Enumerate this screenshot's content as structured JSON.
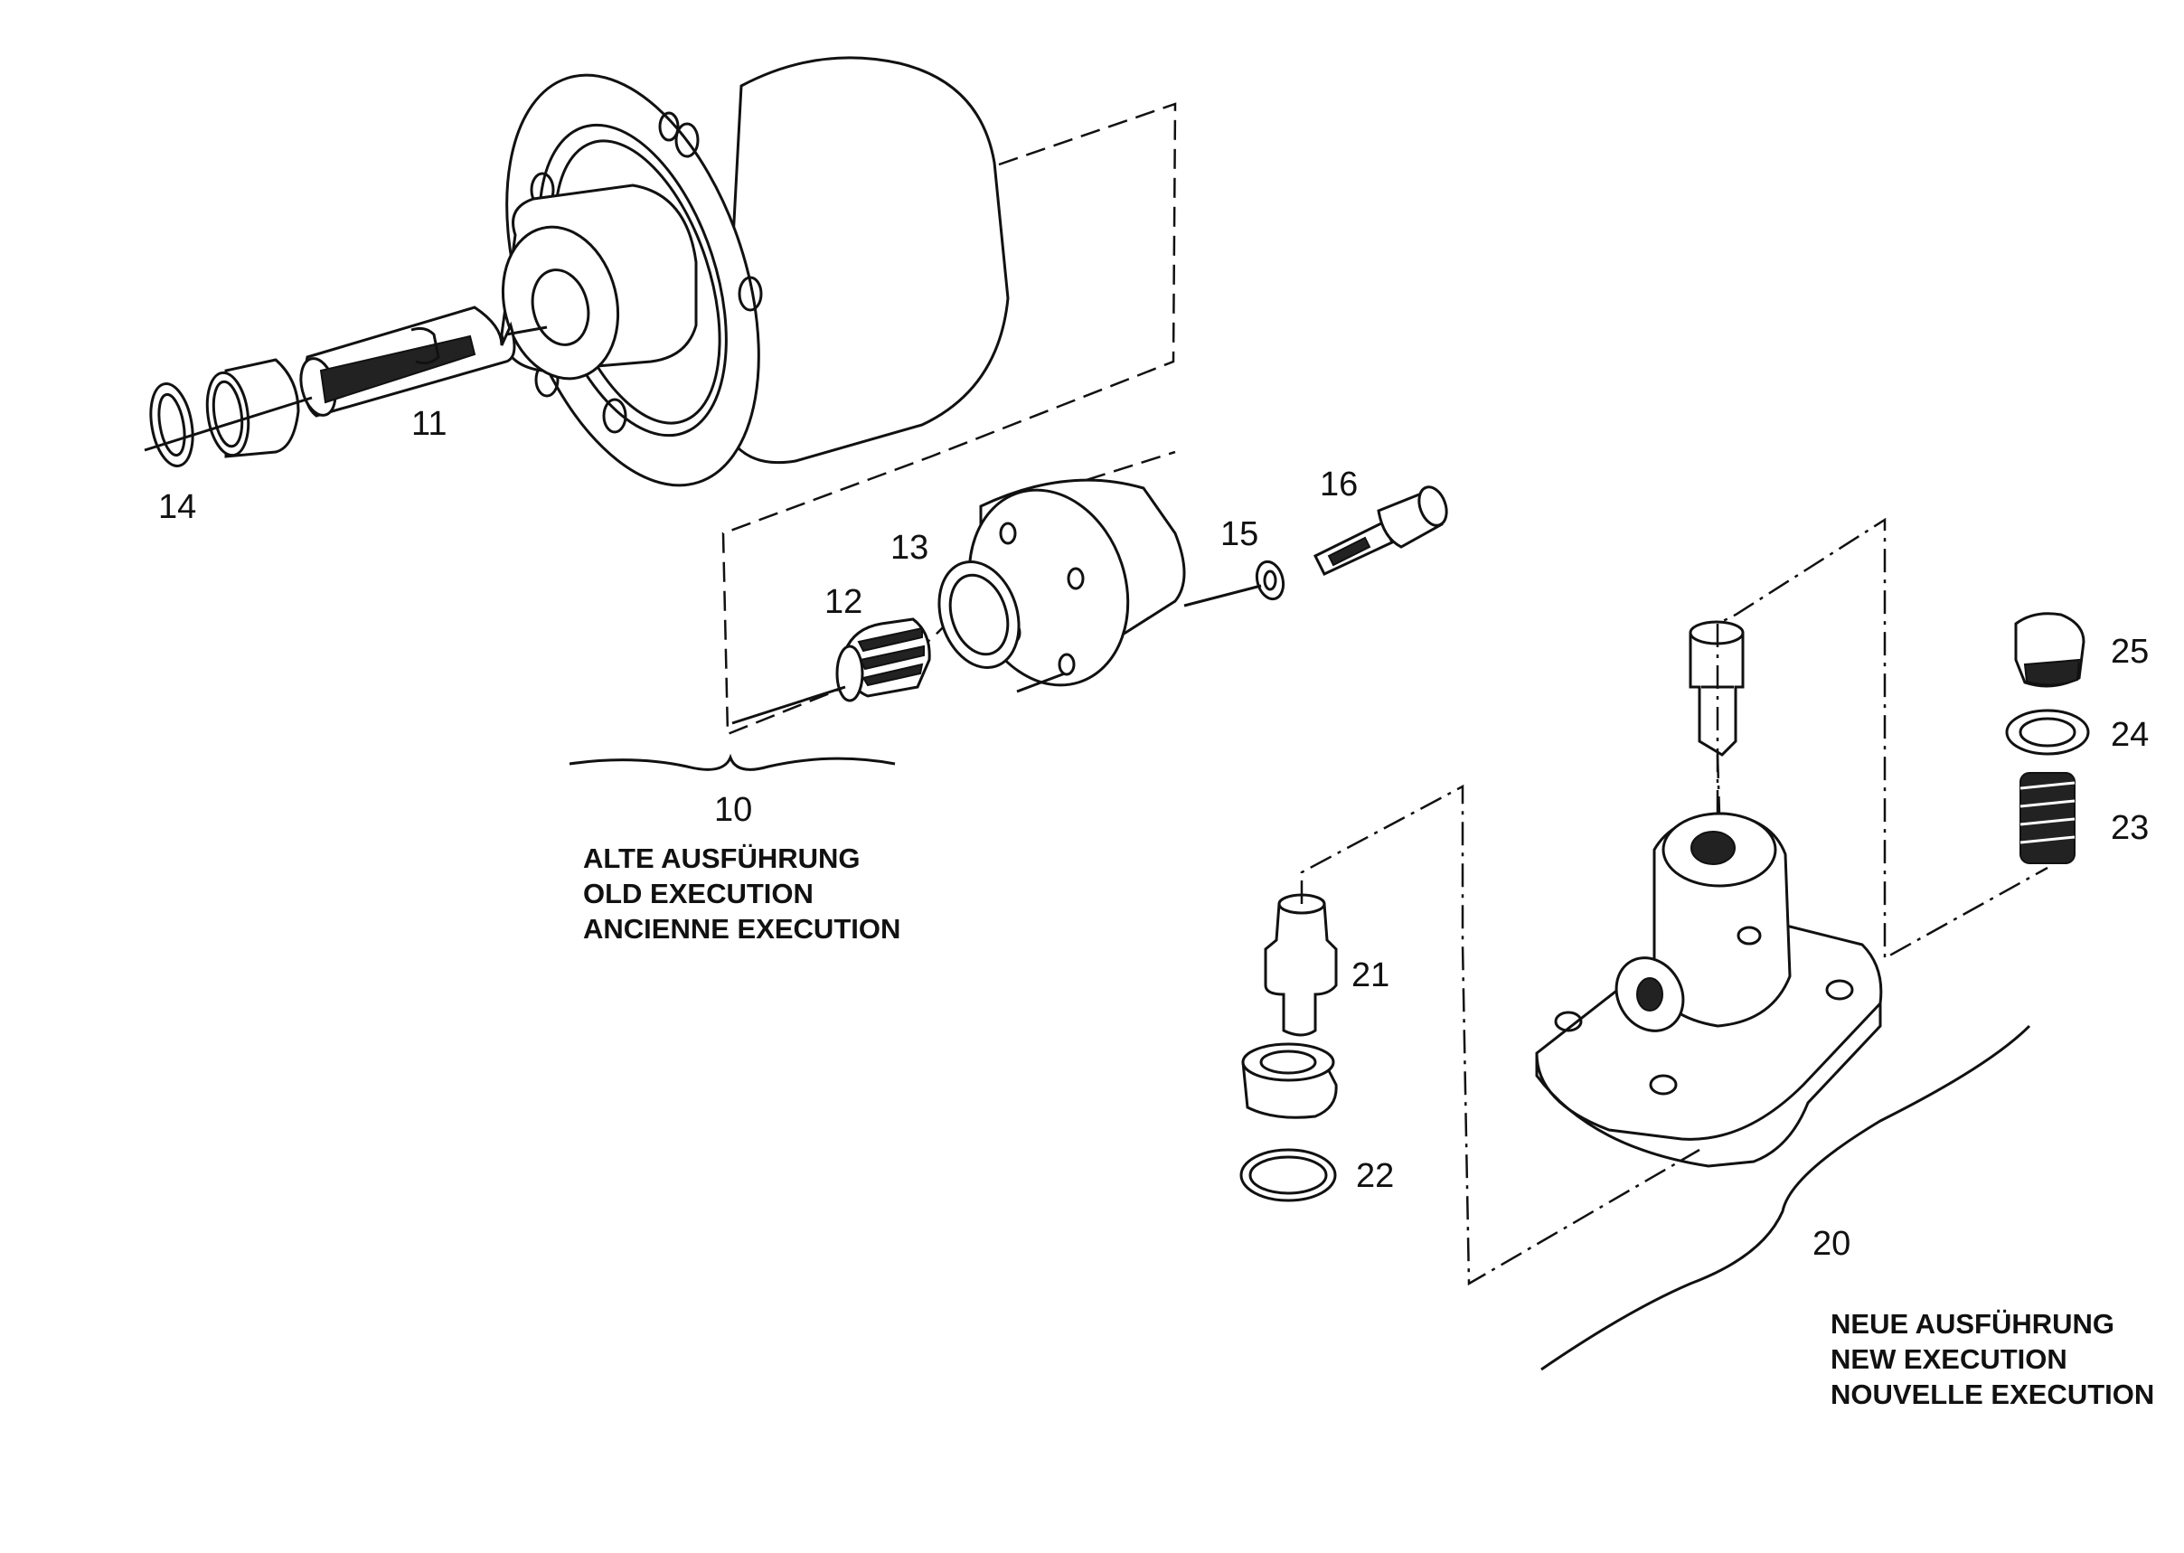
{
  "callouts": {
    "p10": "10",
    "p11": "11",
    "p12": "12",
    "p13": "13",
    "p14": "14",
    "p15": "15",
    "p16": "16",
    "p20": "20",
    "p21": "21",
    "p22": "22",
    "p23": "23",
    "p24": "24",
    "p25": "25"
  },
  "old_version": {
    "line1": "ALTE AUSFÜHRUNG",
    "line2": "OLD EXECUTION",
    "line3": "ANCIENNE EXECUTION"
  },
  "new_version": {
    "line1": "NEUE AUSFÜHRUNG",
    "line2": "NEW EXECUTION",
    "line3": "NOUVELLE EXECUTION"
  }
}
